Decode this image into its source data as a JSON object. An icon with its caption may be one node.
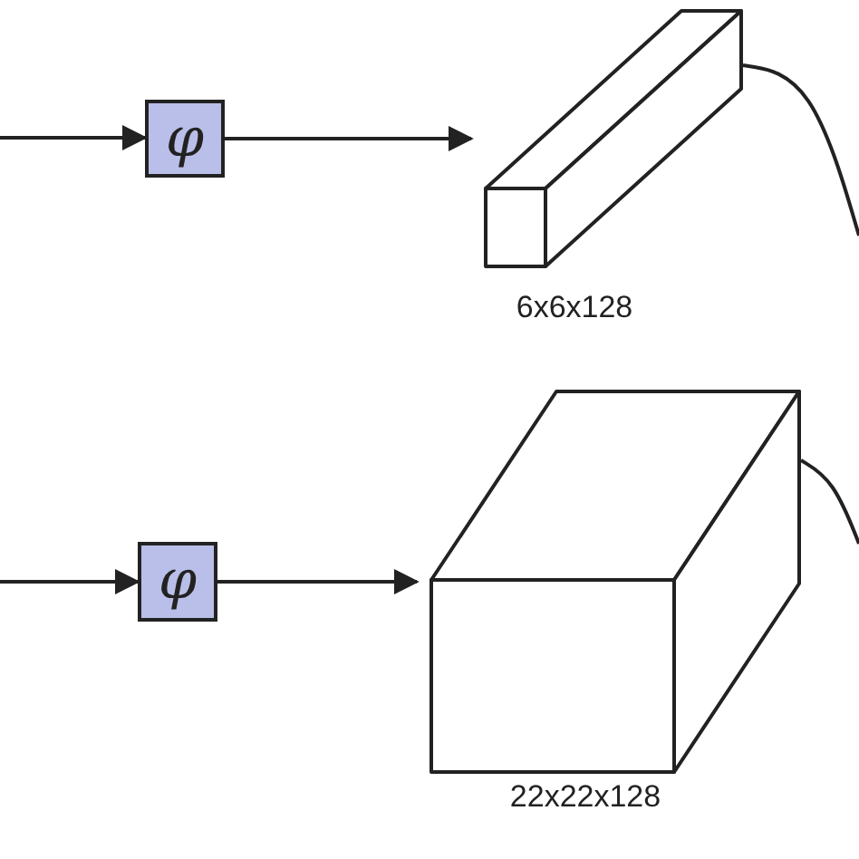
{
  "diagram": {
    "nodes": [
      {
        "text": [
          "φ"
        ]
      },
      {
        "text": [],
        "shape": "box",
        "beside": [
          "6x6x128"
        ]
      },
      {
        "text": [
          "φ"
        ]
      },
      {
        "text": [],
        "shape": "box",
        "beside": [
          "22x22x128"
        ]
      }
    ],
    "edges": [
      {
        "from": null,
        "to": 0,
        "arrow": "to"
      },
      {
        "from": 0,
        "to": 1,
        "arrow": "to"
      },
      {
        "from": 1,
        "to": null,
        "arrow": "none"
      },
      {
        "from": null,
        "to": 2,
        "arrow": "to"
      },
      {
        "from": 2,
        "to": 3,
        "arrow": "to"
      },
      {
        "from": 3,
        "to": null,
        "arrow": "none"
      }
    ]
  }
}
